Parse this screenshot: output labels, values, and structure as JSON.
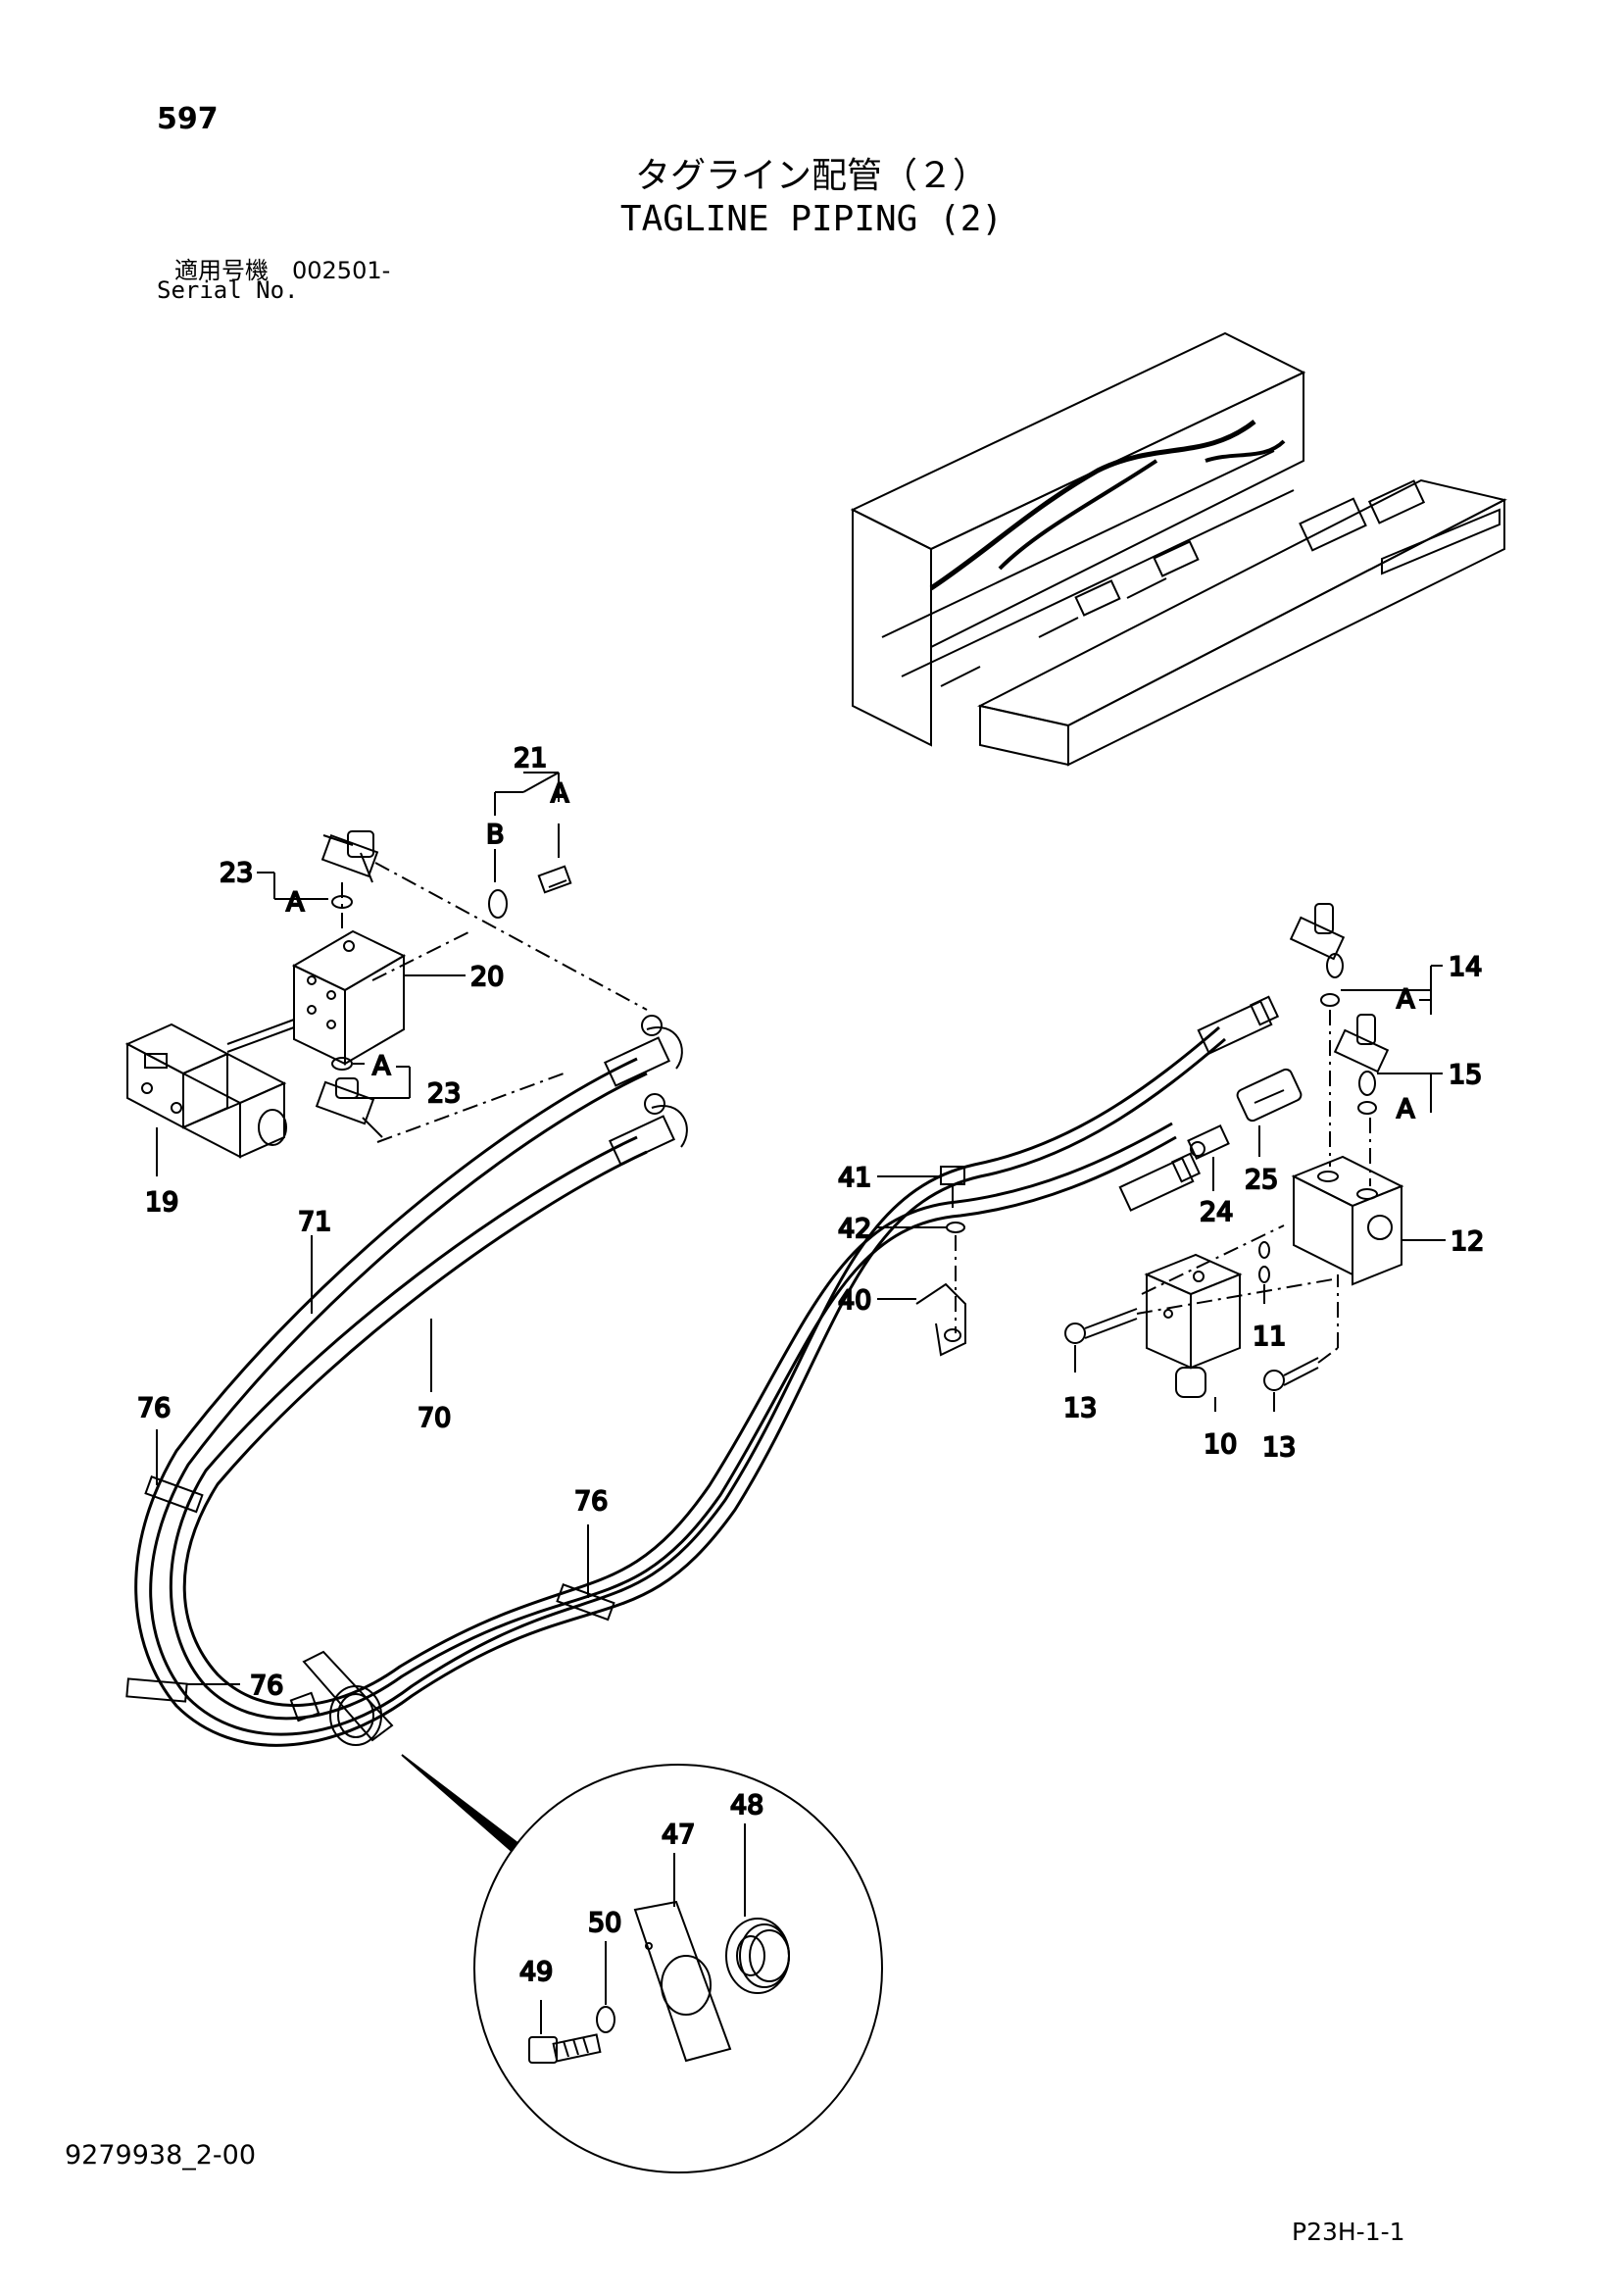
{
  "header": {
    "page_number": "597",
    "title_jp": "タグライン配管（２）",
    "title_en": "TAGLINE PIPING (2)",
    "serial_label_jp": "適用号機　002501-",
    "serial_label_en": "Serial No."
  },
  "footer": {
    "drawing_number": "9279938_2-00",
    "page_code": "P23H-1-1"
  },
  "callouts": {
    "c21": "21",
    "cB": "B",
    "cA_top": "A",
    "c23_top": "23",
    "cA_23top": "A",
    "c20": "20",
    "cA_23bot": "A",
    "c23_bot": "23",
    "c19": "19",
    "c71": "71",
    "c70": "70",
    "c14": "14",
    "cA_14": "A",
    "c15": "15",
    "cA_15": "A",
    "c12": "12",
    "c25": "25",
    "c24": "24",
    "c41": "41",
    "c42": "42",
    "c40": "40",
    "c11": "11",
    "c13_left": "13",
    "c10": "10",
    "c13_right": "13",
    "c76_left": "76",
    "c76_mid": "76",
    "c76_low": "76",
    "c48": "48",
    "c47": "47",
    "c50": "50",
    "c49": "49"
  }
}
